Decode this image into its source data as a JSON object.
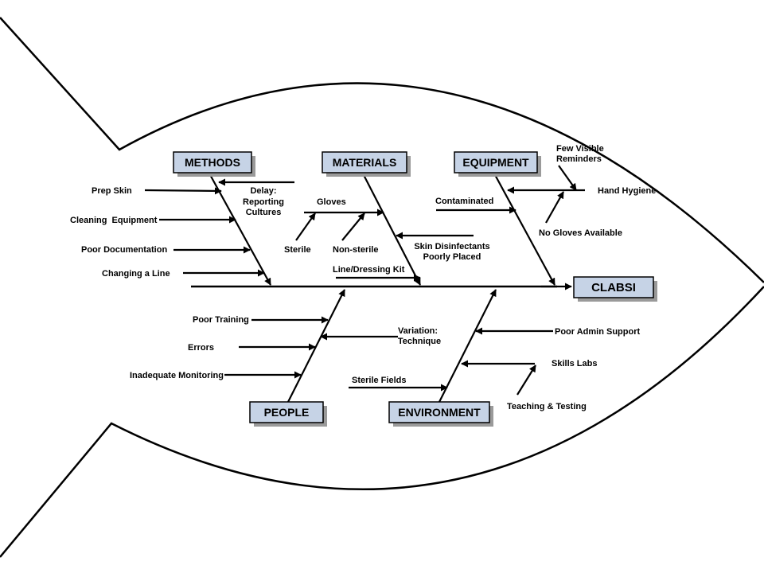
{
  "head": {
    "label": "CLABSI"
  },
  "categories": {
    "methods": "METHODS",
    "materials": "MATERIALS",
    "equipment": "EQUIPMENT",
    "people": "PEOPLE",
    "environment": "ENVIRONMENT"
  },
  "causes": {
    "methods": {
      "prep_skin": "Prep Skin",
      "cleaning_equipment": "Cleaning  Equipment",
      "poor_documentation": "Poor Documentation",
      "changing_a_line": "Changing a Line",
      "delay_1": "Delay:",
      "delay_2": "Reporting",
      "delay_3": "Cultures"
    },
    "materials": {
      "gloves": "Gloves",
      "sterile": "Sterile",
      "non_sterile": "Non-sterile",
      "skin_disinfectants_1": "Skin Disinfectants",
      "skin_disinfectants_2": "Poorly Placed",
      "line_dressing_kit": "Line/Dressing Kit"
    },
    "equipment": {
      "contaminated": "Contaminated",
      "few_visible_1": "Few Visible",
      "few_visible_2": "Reminders",
      "hand_hygiene": "Hand Hygiene",
      "no_gloves": "No Gloves Available"
    },
    "people": {
      "poor_training": "Poor Training",
      "errors": "Errors",
      "inadequate_monitoring": "Inadequate Monitoring",
      "variation_1": "Variation:",
      "variation_2": "Technique"
    },
    "environment": {
      "poor_admin_support": "Poor Admin Support",
      "skills_labs": "Skills Labs",
      "teaching_testing": "Teaching & Testing",
      "sterile_fields": "Sterile Fields"
    }
  }
}
